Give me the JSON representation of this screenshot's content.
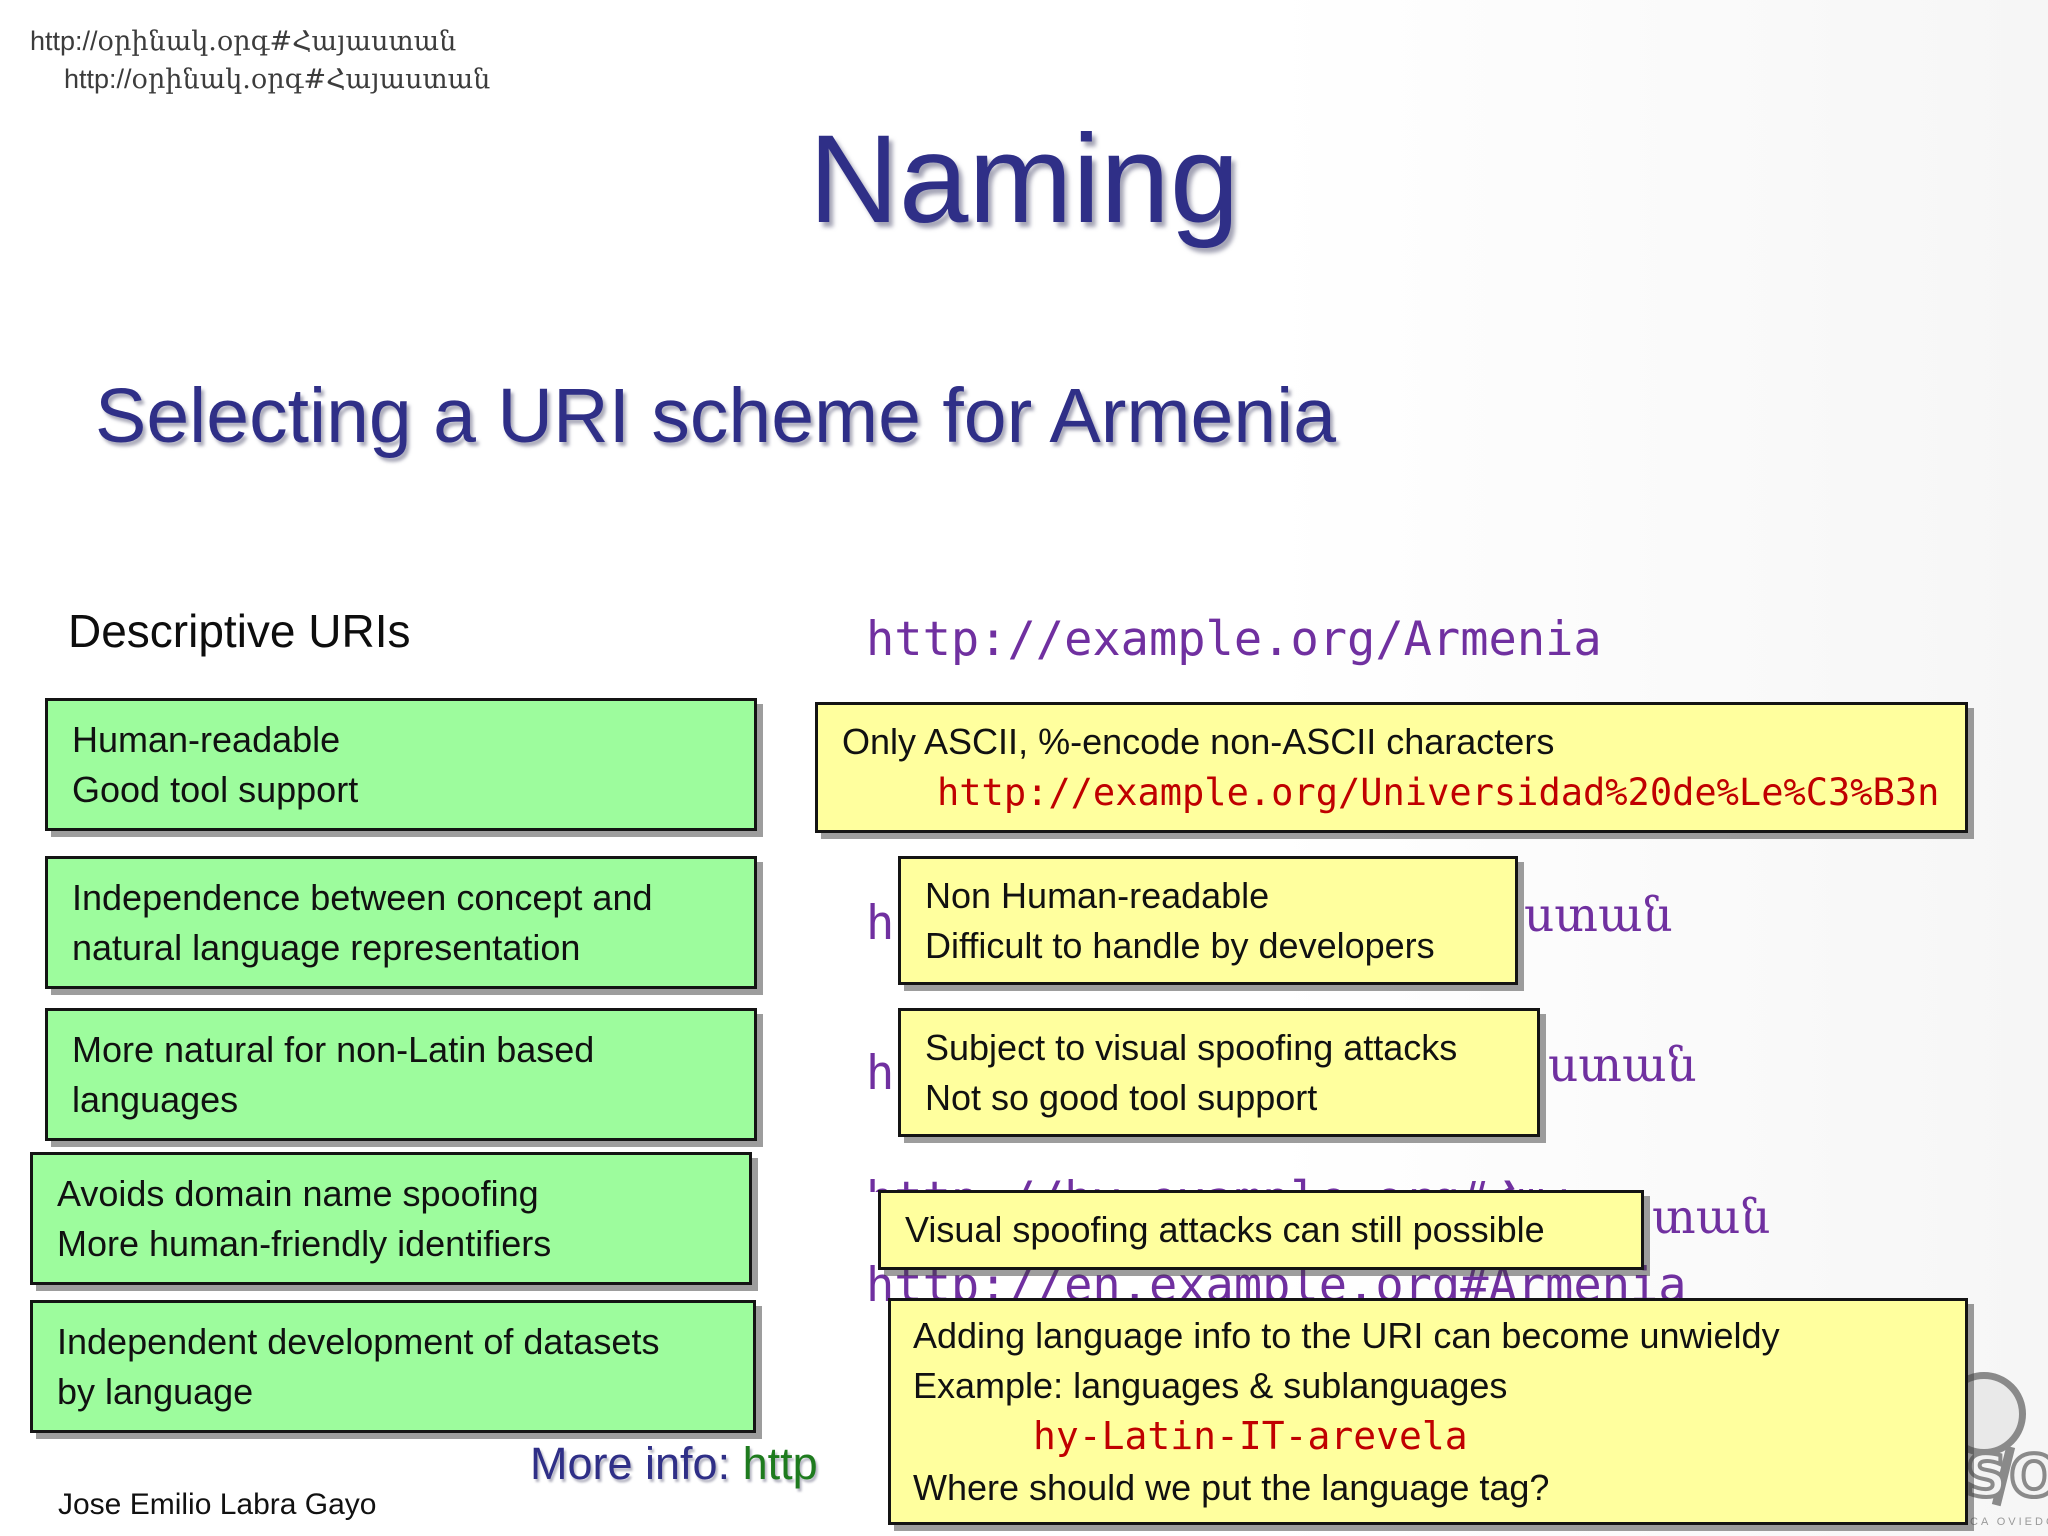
{
  "colors": {
    "title_blue": "#2f2f87",
    "green_fill": "#9dfc9d",
    "yellow_fill": "#ffff9e",
    "uri_purple": "#7030a0",
    "code_red": "#c00000",
    "link_green": "#1e7b1e"
  },
  "header": {
    "url_lines": [
      {
        "prefix": "http://",
        "rest": "օրինակ.օրգ#Հայաստան"
      },
      {
        "prefix": "http://",
        "rest": "օրինակ.օրգ#Հայաստան"
      }
    ],
    "title": "Naming",
    "subtitle": "Selecting a URI scheme for Armenia"
  },
  "left": {
    "heading": "Descriptive URIs",
    "boxes": [
      {
        "lines": [
          "Human-readable",
          "Good tool support"
        ]
      },
      {
        "lines": [
          "Independence between concept and",
          "natural language representation"
        ]
      },
      {
        "lines": [
          "More natural for non-Latin based",
          "languages"
        ]
      },
      {
        "lines": [
          "Avoids domain name spoofing",
          "More human-friendly identifiers"
        ]
      },
      {
        "lines": [
          "Independent development of datasets",
          "by language"
        ]
      }
    ]
  },
  "right": {
    "uri_top": "http://example.org/Armenia",
    "box_only_ascii": {
      "line1": "Only ASCII, %-encode non-ASCII characters",
      "code": "http://example.org/Universidad%20de%Le%C3%B3n"
    },
    "row_nonhuman": {
      "left_fragment": "h",
      "right_fragment": "ստան",
      "box_lines": [
        "Non Human-readable",
        "Difficult to handle by developers"
      ]
    },
    "row_spoof": {
      "left_fragment": "h",
      "right_fragment": "ստան",
      "box_lines": [
        "Subject to visual spoofing attacks",
        "Not so good tool support"
      ]
    },
    "row_still": {
      "hidden_uri": "http://hy.example.org#Հայաստան",
      "right_fragment": "տան",
      "box_label": "Visual spoofing attacks can still possible"
    },
    "uri_en": "http://en.example.org#Armenia",
    "box_language": {
      "line1": "Adding language info to the URI can become unwieldy",
      "line2": "Example: languages & sublanguages",
      "code": "hy-Latin-IT-arevela",
      "line4": "Where should we put the language tag?"
    }
  },
  "footer": {
    "more_info_label": "More info: ",
    "more_info_link": "http",
    "author": "Jose Emilio Labra Gayo",
    "logo": {
      "word": "WESO",
      "caption": "WEB SEMANTICA OVIEDO"
    }
  }
}
